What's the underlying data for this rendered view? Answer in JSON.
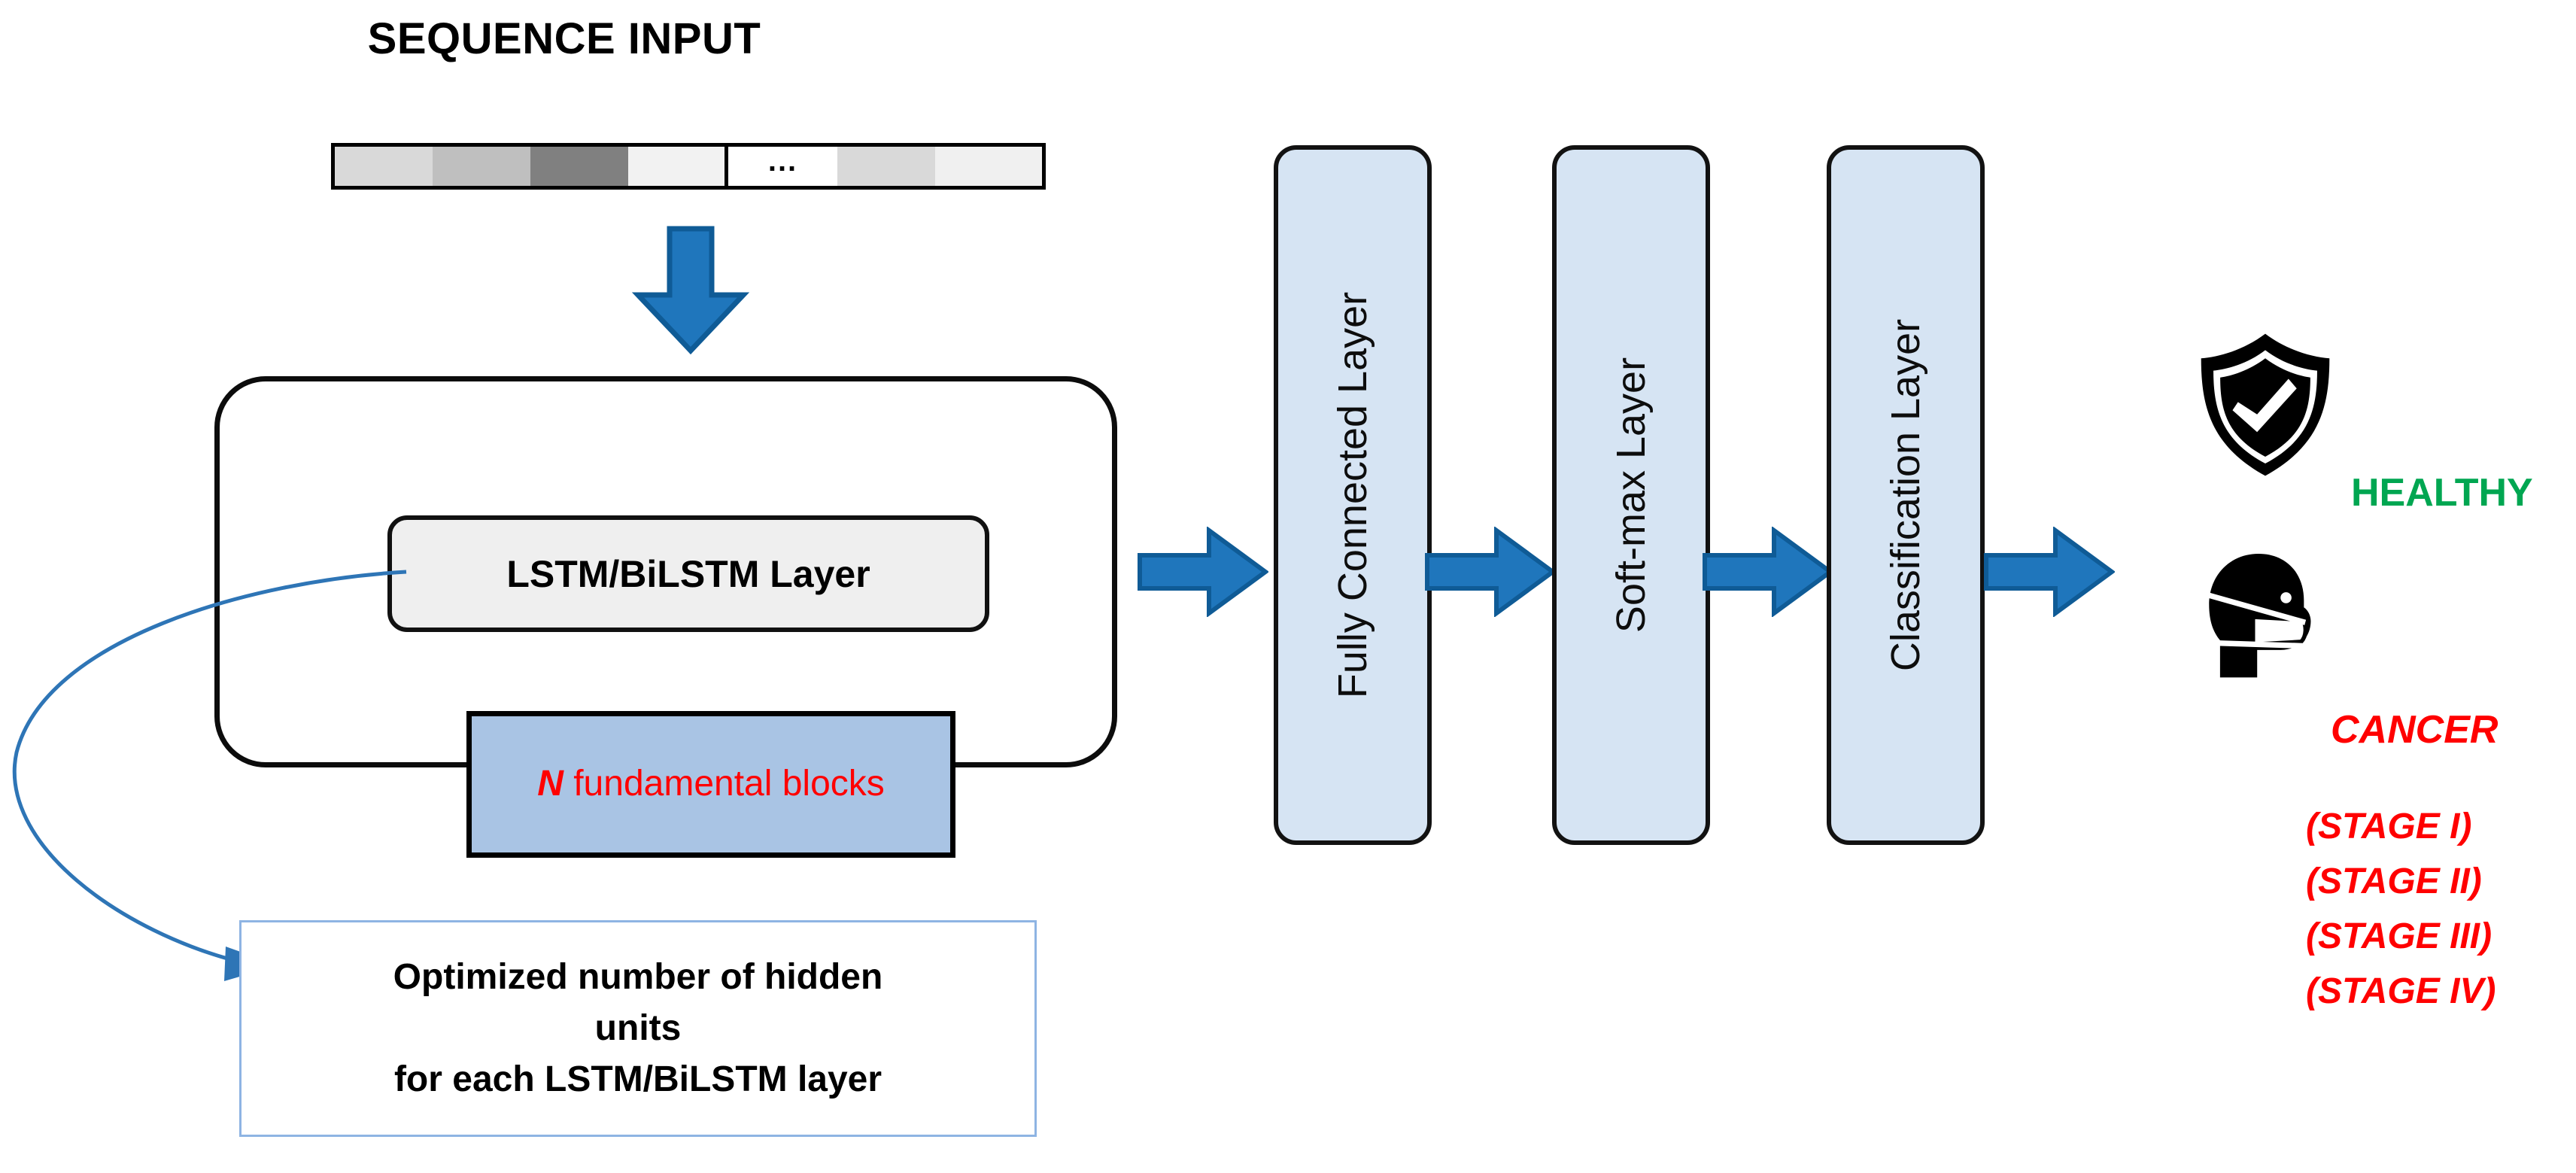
{
  "diagram": {
    "input": {
      "title": "SEQUENCE INPUT",
      "ellipsis": "...",
      "cells": [
        {
          "name": "seq-cell-1",
          "color": "#d9d9d9",
          "width": 130,
          "divider": false
        },
        {
          "name": "seq-cell-2",
          "color": "#bfbfbf",
          "width": 130,
          "divider": false
        },
        {
          "name": "seq-cell-3",
          "color": "#808080",
          "width": 130,
          "divider": false
        },
        {
          "name": "seq-cell-4",
          "color": "#f2f2f2",
          "width": 128,
          "divider": false
        },
        {
          "name": "seq-cell-ellipsis",
          "color": "#ffffff",
          "width": 150,
          "divider": true
        },
        {
          "name": "seq-cell-6",
          "color": "#d9d9d9",
          "width": 130,
          "divider": false
        },
        {
          "name": "seq-cell-7",
          "color": "#f0f0f0",
          "width": 142,
          "divider": false
        }
      ]
    },
    "recurrent_block": {
      "layer_label": "LSTM/BiLSTM Layer",
      "blocks_prefix": "N",
      "blocks_text": " fundamental blocks",
      "hint_line1": "Optimized number of hidden",
      "hint_line2": "units",
      "hint_line3": "for each LSTM/BiLSTM layer"
    },
    "layers": [
      {
        "id": "fully-connected",
        "label": "Fully Connected Layer"
      },
      {
        "id": "soft-max",
        "label": "Soft-max Layer"
      },
      {
        "id": "classification",
        "label": "Classification Layer"
      }
    ],
    "outcomes": {
      "healthy_label": "HEALTHY",
      "cancer_label": "CANCER",
      "stages": [
        "(STAGE I)",
        "(STAGE II)",
        "(STAGE III)",
        "(STAGE IV)"
      ]
    },
    "icons": {
      "shield": "shield-check-icon",
      "mask": "masked-person-icon",
      "arrow_down": "arrow-down-icon",
      "arrow_right": "arrow-right-icon",
      "curve": "curved-callout-arrow-icon"
    },
    "colors": {
      "arrow_blue": "#1f76bc",
      "arrow_blue_dark": "#0f5b96",
      "layer_fill": "#d6e4f3",
      "block_fill": "#a9c4e4",
      "healthy_green": "#00a651",
      "cancer_red": "#ff0000",
      "hint_border": "#8eb4e3",
      "curve_blue": "#2e75b6"
    }
  }
}
